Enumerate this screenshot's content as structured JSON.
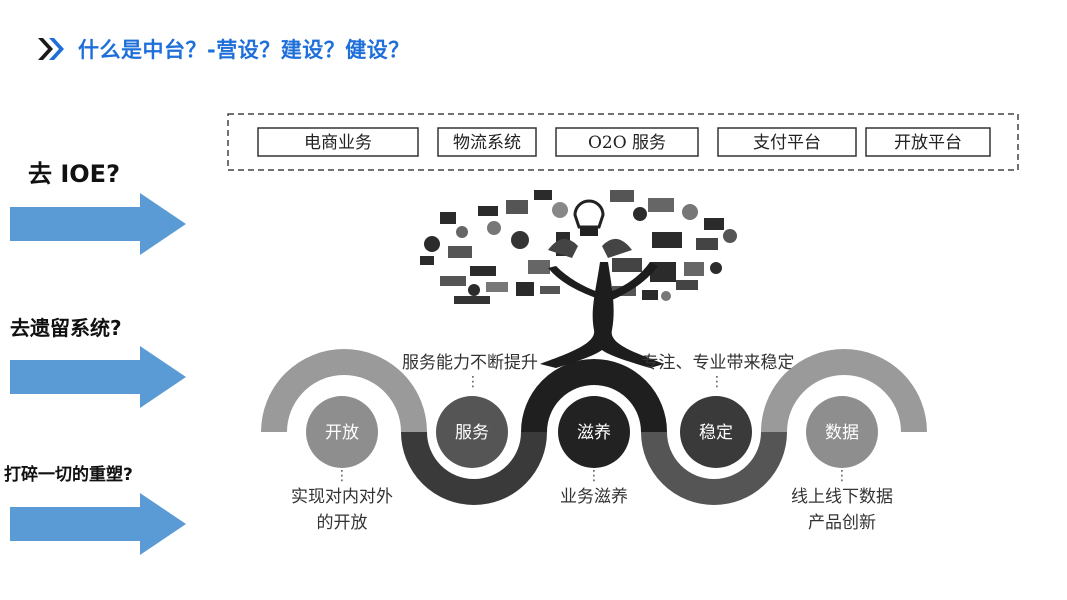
{
  "title": "什么是中台？-营设？建设？健设？",
  "left_labels": [
    "去 IOE?",
    "去遗留系统?",
    "打碎一切的重塑?"
  ],
  "top_boxes": [
    "电商业务",
    "物流系统",
    "O2O 服务",
    "支付平台",
    "开放平台"
  ],
  "captions": {
    "upper_left": "服务能力不断提升",
    "upper_right": "专注、专业带来稳定",
    "lower_left_1": "实现对内对外",
    "lower_left_2": "的开放",
    "lower_mid": "业务滋养",
    "lower_right_1": "线上线下数据",
    "lower_right_2": "产品创新"
  },
  "circles": [
    "开放",
    "服务",
    "滋养",
    "稳定",
    "数据"
  ],
  "colors": {
    "title": "#1e6fd9",
    "arrow": "#5b9bd5",
    "dark": "#2b2b2b",
    "mid": "#777777",
    "light": "#bdbdbd"
  }
}
